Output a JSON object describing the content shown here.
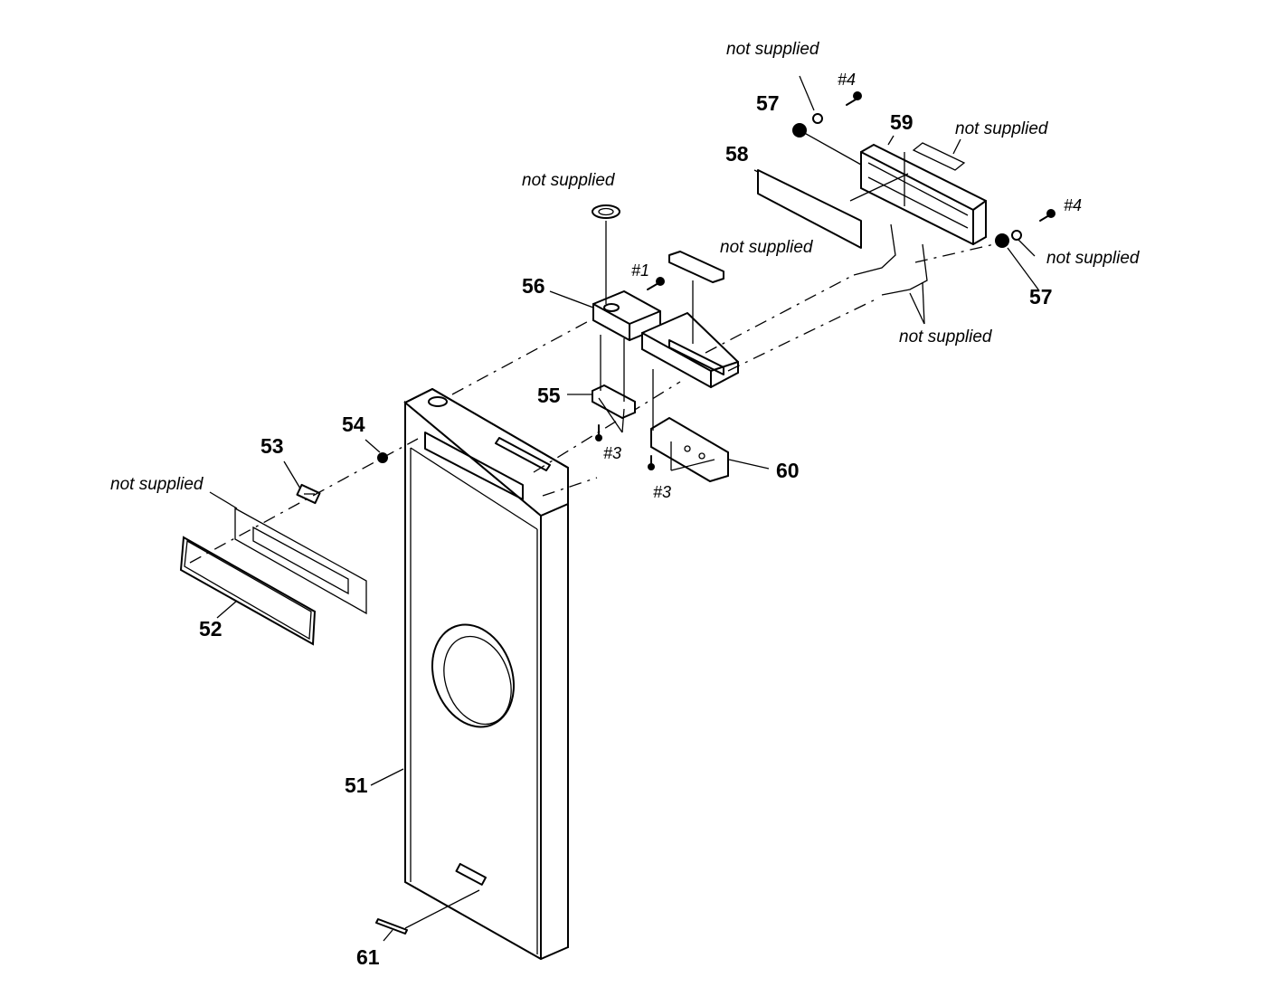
{
  "parts": {
    "p51": "51",
    "p52": "52",
    "p53": "53",
    "p54": "54",
    "p55": "55",
    "p56": "56",
    "p57": "57",
    "p58": "58",
    "p59": "59",
    "p60": "60",
    "p61": "61"
  },
  "screws": {
    "s1": "#1",
    "s3": "#3",
    "s4": "#4"
  },
  "note": "not supplied"
}
